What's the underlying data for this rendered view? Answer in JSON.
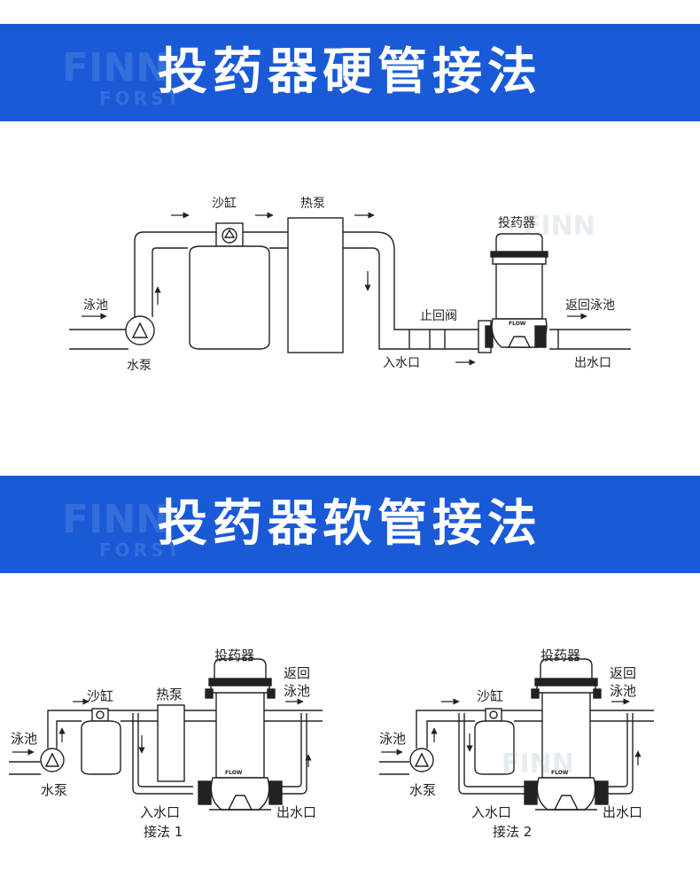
{
  "banners": [
    {
      "title": "投药器硬管接法"
    },
    {
      "title": "投药器软管接法"
    }
  ],
  "watermark": {
    "line1": "FINN",
    "line2": "FORST"
  },
  "diagram1": {
    "labels": {
      "pool": "泳池",
      "pump": "水泵",
      "sand_filter": "沙缸",
      "heat_pump": "热泵",
      "feeder": "投药器",
      "check_valve": "止回阀",
      "return_pool": "返回泳池",
      "inlet": "入水口",
      "outlet": "出水口"
    },
    "flow_text": "FLOW"
  },
  "diagram2": {
    "labels": {
      "pool": "泳池",
      "pump": "水泵",
      "sand_filter": "沙缸",
      "heat_pump": "热泵",
      "feeder": "投药器",
      "return_line1": "返回",
      "return_line2": "泳池",
      "inlet": "入水口",
      "outlet": "出水口",
      "method": "接法 1"
    },
    "flow_text": "FLOW"
  },
  "diagram3": {
    "labels": {
      "pool": "泳池",
      "pump": "水泵",
      "sand_filter": "沙缸",
      "feeder": "投药器",
      "return_line1": "返回",
      "return_line2": "泳池",
      "inlet": "入水口",
      "outlet": "出水口",
      "method": "接法 2"
    },
    "flow_text": "FLOW"
  },
  "colors": {
    "banner": "#1a5ad7",
    "line": "#222222"
  }
}
